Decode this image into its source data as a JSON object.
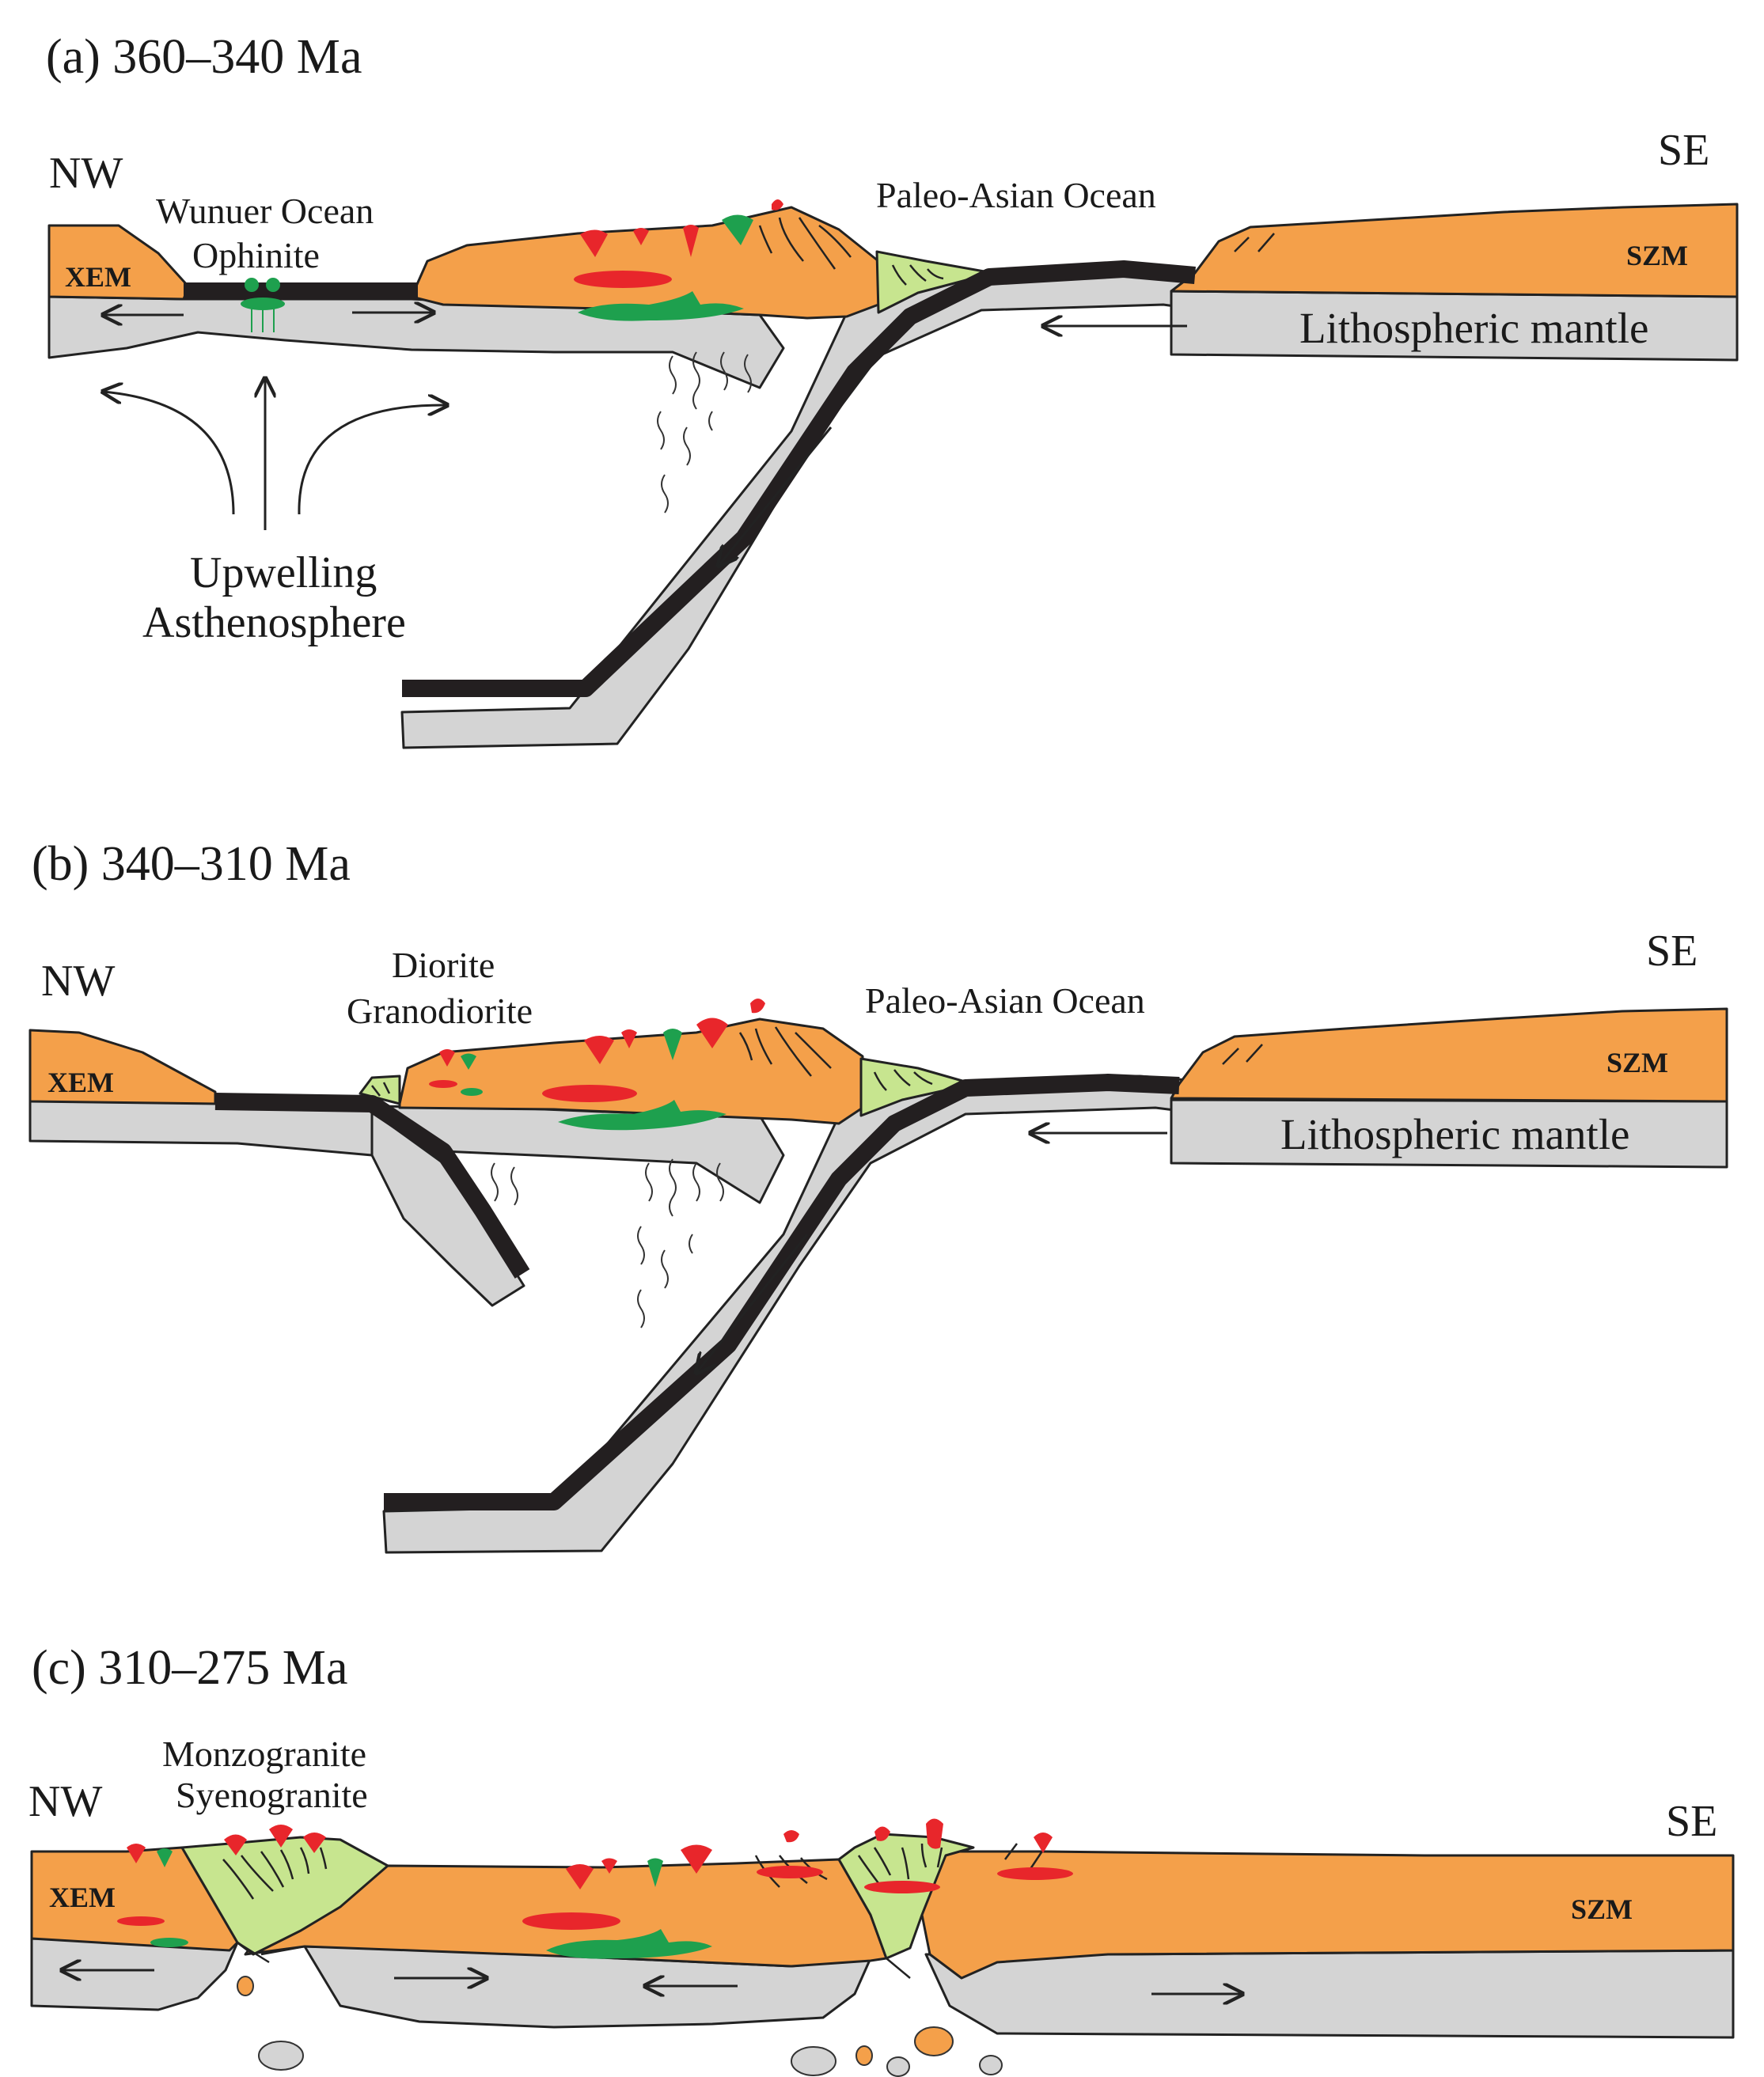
{
  "panels": {
    "a": {
      "title": "(a)  360–340 Ma",
      "nw": "NW",
      "se": "SE",
      "label_ocean_1": "Wunuer Ocean",
      "label_ocean_2": "Ophinite",
      "label_paleo": "Paleo-Asian Ocean",
      "label_xem": "XEM",
      "label_szm": "SZM",
      "label_mantle": "Lithospheric mantle",
      "label_upwell_1": "Upwelling",
      "label_upwell_2": "Asthenosphere"
    },
    "b": {
      "title": "(b)  340–310 Ma",
      "nw": "NW",
      "se": "SE",
      "label_rock_1": "Diorite",
      "label_rock_2": "Granodiorite",
      "label_paleo": "Paleo-Asian Ocean",
      "label_xem": "XEM",
      "label_szm": "SZM",
      "label_mantle": "Lithospheric mantle"
    },
    "c": {
      "title": "(c)  310–275 Ma",
      "nw": "NW",
      "se": "SE",
      "label_rock_1": "Monzogranite",
      "label_rock_2": "Syenogranite",
      "label_xem": "XEM",
      "label_szm": "SZM"
    }
  },
  "colors": {
    "continental_crust": "#f4a04a",
    "lithospheric_mantle": "#d4d4d4",
    "oceanic_slab": "#231f20",
    "accretionary_wedge": "#c7e58f",
    "felsic_intrusion": "#e8262b",
    "mafic_intrusion": "#1ea04e"
  }
}
